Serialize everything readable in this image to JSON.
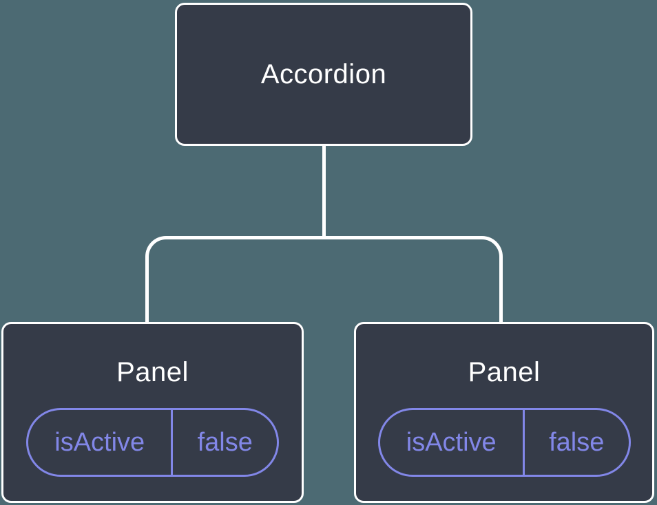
{
  "diagram": {
    "type": "component-tree",
    "root": {
      "label": "Accordion"
    },
    "children": [
      {
        "label": "Panel",
        "state": {
          "key": "isActive",
          "value": "false"
        }
      },
      {
        "label": "Panel",
        "state": {
          "key": "isActive",
          "value": "false"
        }
      }
    ],
    "colors": {
      "background": "#4C6A73",
      "node_fill": "#353B48",
      "node_border": "#FFFFFF",
      "label_color": "#FFFFFF",
      "accent": "#8287E8",
      "connector": "#FFFFFF"
    }
  }
}
